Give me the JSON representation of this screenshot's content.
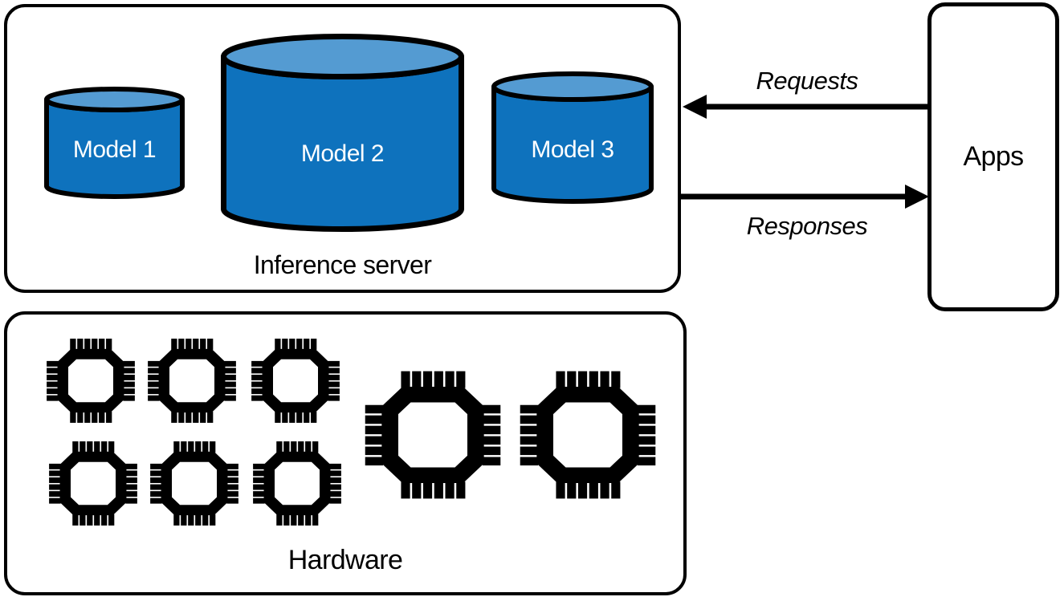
{
  "diagram": {
    "inference_server": {
      "label": "Inference server",
      "models": [
        {
          "label": "Model 1",
          "size": "small"
        },
        {
          "label": "Model 2",
          "size": "large"
        },
        {
          "label": "Model 3",
          "size": "medium"
        }
      ]
    },
    "hardware": {
      "label": "Hardware",
      "small_chip_count": 6,
      "large_chip_count": 2,
      "icon": "microchip-icon"
    },
    "apps": {
      "label": "Apps"
    },
    "edges": [
      {
        "label": "Requests",
        "from": "apps",
        "to": "inference_server",
        "arrow_direction": "left"
      },
      {
        "label": "Responses",
        "from": "inference_server",
        "to": "apps",
        "arrow_direction": "right"
      }
    ],
    "colors": {
      "cylinder_body": "#0E72BD",
      "cylinder_top": "#549BD2",
      "cylinder_text": "#FFFFFF",
      "outline": "#000000",
      "chip": "#000000",
      "background": "#FFFFFF",
      "label_text": "#000000"
    }
  }
}
